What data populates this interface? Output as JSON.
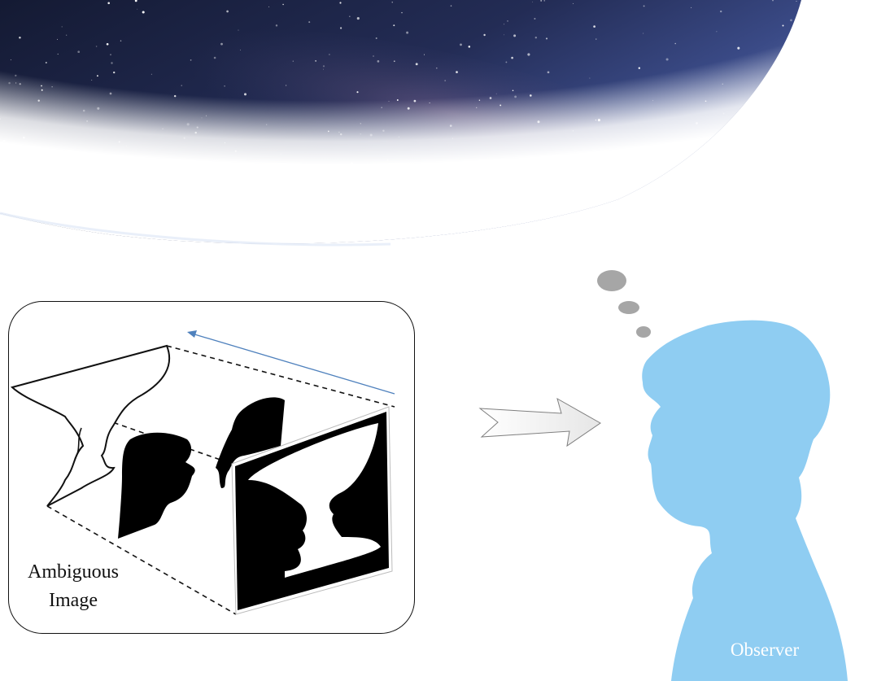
{
  "labels": {
    "ambiguous_image_line1": "Ambiguous",
    "ambiguous_image_line2": "Image",
    "observer": "Observer"
  },
  "colors": {
    "observer_silhouette": "#8fcdf2",
    "thought_bubbles": "#a6a6a6",
    "arrow_fill": "#f2f2f2",
    "arrow_stroke": "#7f7f7f",
    "projection_arrow": "#4f81bd",
    "space_dark": "#1b2240",
    "silhouette": "#000000"
  },
  "icons": {
    "space_banner": "starry-night-sky-image",
    "arrow": "right-arrow-icon",
    "thought": "thought-bubble-icon",
    "observer": "person-silhouette-icon"
  }
}
